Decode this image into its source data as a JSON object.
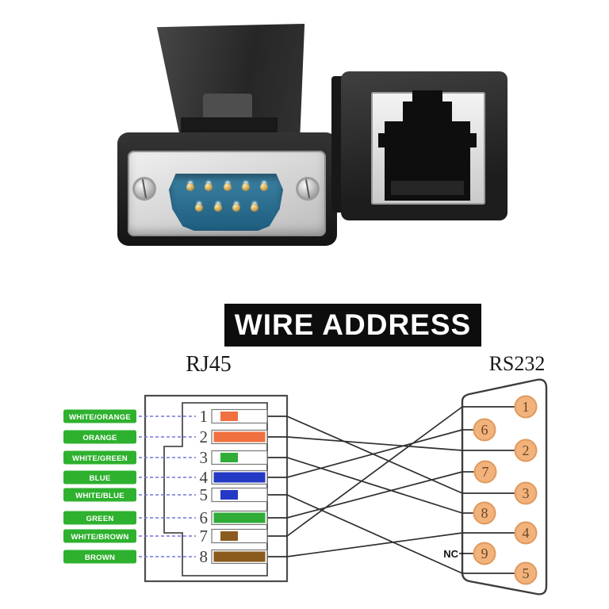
{
  "title": "WIRE ADDRESS",
  "diagram": {
    "rj45_label": "RJ45",
    "rs232_label": "RS232",
    "nc_label": "NC",
    "rj45_pins": [
      {
        "num": "1",
        "label": "WHITE/ORANGE",
        "bar": "half",
        "color": "#f0703f"
      },
      {
        "num": "2",
        "label": "ORANGE",
        "bar": "full",
        "color": "#f0703f"
      },
      {
        "num": "3",
        "label": "WHITE/GREEN",
        "bar": "half",
        "color": "#2fad36"
      },
      {
        "num": "4",
        "label": "BLUE",
        "bar": "full",
        "color": "#2439c4"
      },
      {
        "num": "5",
        "label": "WHITE/BLUE",
        "bar": "half",
        "color": "#2439c4"
      },
      {
        "num": "6",
        "label": "GREEN",
        "bar": "full",
        "color": "#2fad36"
      },
      {
        "num": "7",
        "label": "WHITE/BROWN",
        "bar": "half",
        "color": "#8a5a1e"
      },
      {
        "num": "8",
        "label": "BROWN",
        "bar": "full",
        "color": "#8a5a1e"
      }
    ],
    "rs232_pins": [
      {
        "num": "1",
        "col": "right"
      },
      {
        "num": "6",
        "col": "left"
      },
      {
        "num": "2",
        "col": "right"
      },
      {
        "num": "7",
        "col": "left"
      },
      {
        "num": "3",
        "col": "right"
      },
      {
        "num": "8",
        "col": "left"
      },
      {
        "num": "4",
        "col": "right"
      },
      {
        "num": "9",
        "col": "left",
        "nc": true
      },
      {
        "num": "5",
        "col": "right"
      }
    ],
    "wiring": [
      {
        "rj45": "1",
        "rs232": "3"
      },
      {
        "rj45": "2",
        "rs232": "2"
      },
      {
        "rj45": "3",
        "rs232": "8"
      },
      {
        "rj45": "4",
        "rs232": "6"
      },
      {
        "rj45": "5",
        "rs232": "5"
      },
      {
        "rj45": "6",
        "rs232": "7"
      },
      {
        "rj45": "7",
        "rs232": "1"
      },
      {
        "rj45": "8",
        "rs232": "4"
      }
    ],
    "colors": {
      "label_bg": "#2eb12e",
      "label_text": "#ffffff",
      "dash": "#7373d9",
      "wire": "#2f2f2f",
      "outline": "#4d4d4d",
      "rs_pin_fill": "#f2b27c",
      "rs_pin_border": "#e09a5e",
      "rs_pin_text": "#6d4722",
      "title_bg": "#0d0d0d",
      "title_text": "#ffffff"
    }
  }
}
